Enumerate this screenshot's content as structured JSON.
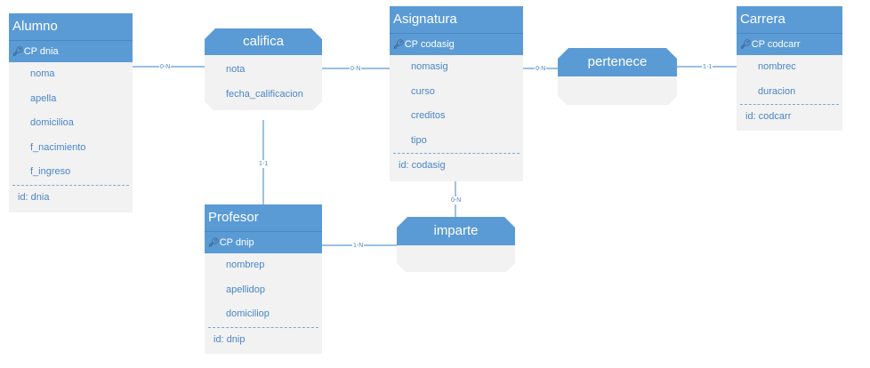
{
  "entities": {
    "alumno": {
      "name": "Alumno",
      "pk_prefix": "CP",
      "pk": "dnia",
      "attributes": [
        "noma",
        "apella",
        "domicilioa",
        "f_nacimiento",
        "f_ingreso"
      ],
      "identifier": "id: dnia"
    },
    "asignatura": {
      "name": "Asignatura",
      "pk_prefix": "CP",
      "pk": "codasig",
      "attributes": [
        "nomasig",
        "curso",
        "creditos",
        "tipo"
      ],
      "identifier": "id: codasig"
    },
    "carrera": {
      "name": "Carrera",
      "pk_prefix": "CP",
      "pk": "codcarr",
      "attributes": [
        "nombrec",
        "duracion"
      ],
      "identifier": "id: codcarr"
    },
    "profesor": {
      "name": "Profesor",
      "pk_prefix": "CP",
      "pk": "dnip",
      "attributes": [
        "nombrep",
        "apellidop",
        "domiciliop"
      ],
      "identifier": "id: dnip"
    }
  },
  "relationships": {
    "califica": {
      "name": "califica",
      "attributes": [
        "nota",
        "fecha_calificacion"
      ]
    },
    "pertenece": {
      "name": "pertenece",
      "attributes": []
    },
    "imparte": {
      "name": "imparte",
      "attributes": []
    }
  },
  "cardinalities": {
    "alumno_califica": "0-N",
    "asignatura_califica": "0-N",
    "profesor_califica": "1-1",
    "asignatura_pertenece": "0-N",
    "carrera_pertenece": "1-1",
    "asignatura_imparte": "0-N",
    "profesor_imparte": "1-N"
  }
}
